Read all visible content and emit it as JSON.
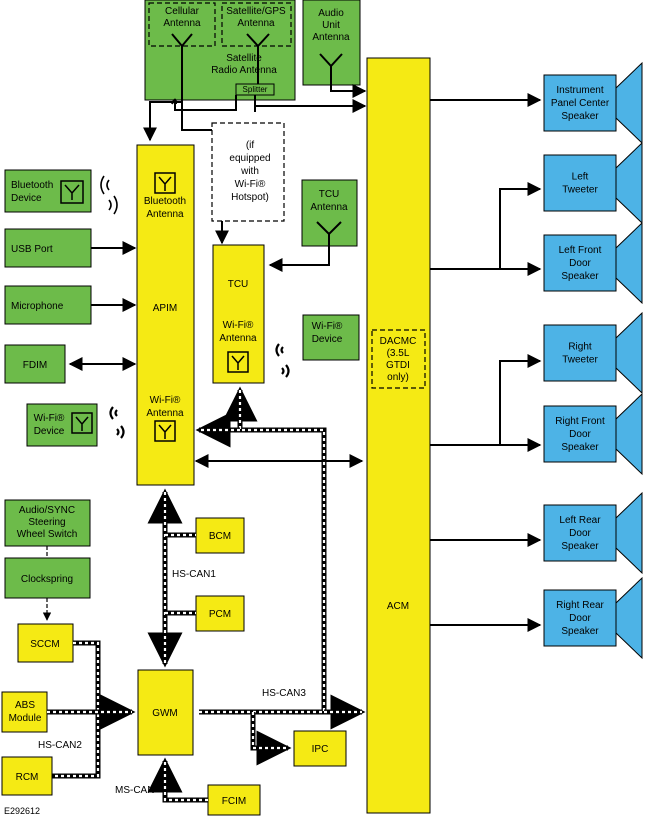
{
  "antennas": {
    "cellular": [
      "Cellular",
      "Antenna"
    ],
    "satgps": [
      "Satellite/GPS",
      "Antenna"
    ],
    "satradio": [
      "Satellite",
      "Radio Antenna"
    ],
    "splitter": "Splitter",
    "audio": [
      "Audio",
      "Unit",
      "Antenna"
    ],
    "tcu": [
      "TCU",
      "Antenna"
    ]
  },
  "wifi_note": [
    "(if",
    "equipped",
    "with",
    "Wi-Fi®",
    "Hotspot)"
  ],
  "left": {
    "bluetooth_device": [
      "Bluetooth",
      "Device"
    ],
    "usb": "USB Port",
    "mic": "Microphone",
    "fdim": "FDIM",
    "wifi_device": [
      "Wi-Fi®",
      "Device"
    ],
    "audio_sync": [
      "Audio/SYNC",
      "Steering",
      "Wheel Switch"
    ],
    "clockspring": "Clockspring",
    "sccm": "SCCM",
    "abs": [
      "ABS",
      "Module"
    ],
    "rcm": "RCM"
  },
  "apim": {
    "title": "APIM",
    "bt_ant": [
      "Bluetooth",
      "Antenna"
    ],
    "wifi_ant": [
      "Wi-Fi®",
      "Antenna"
    ]
  },
  "tcu": {
    "title": "TCU",
    "wifi_ant": [
      "Wi-Fi®",
      "Antenna"
    ],
    "wifi_device": [
      "Wi-Fi®",
      "Device"
    ]
  },
  "modules": {
    "bcm": "BCM",
    "pcm": "PCM",
    "gwm": "GWM",
    "ipc": "IPC",
    "fcim": "FCIM",
    "acm": "ACM",
    "dacmc": [
      "DACMC",
      "(3.5L",
      "GTDI",
      "only)"
    ]
  },
  "networks": {
    "hscan1": "HS-CAN1",
    "hscan2": "HS-CAN2",
    "hscan3": "HS-CAN3",
    "mscan": "MS-CAN"
  },
  "speakers": {
    "ipc_speaker": [
      "Instrument",
      "Panel Center",
      "Speaker"
    ],
    "left_tweeter": [
      "Left",
      "Tweeter"
    ],
    "left_front": [
      "Left Front",
      "Door",
      "Speaker"
    ],
    "right_tweeter": [
      "Right",
      "Tweeter"
    ],
    "right_front": [
      "Right Front",
      "Door",
      "Speaker"
    ],
    "left_rear": [
      "Left Rear",
      "Door",
      "Speaker"
    ],
    "right_rear": [
      "Right Rear",
      "Door",
      "Speaker"
    ]
  },
  "figure_id": "E292612",
  "colors": {
    "green": "#6dbb4a",
    "yellow": "#f5ea14",
    "blue": "#4db3e6"
  }
}
